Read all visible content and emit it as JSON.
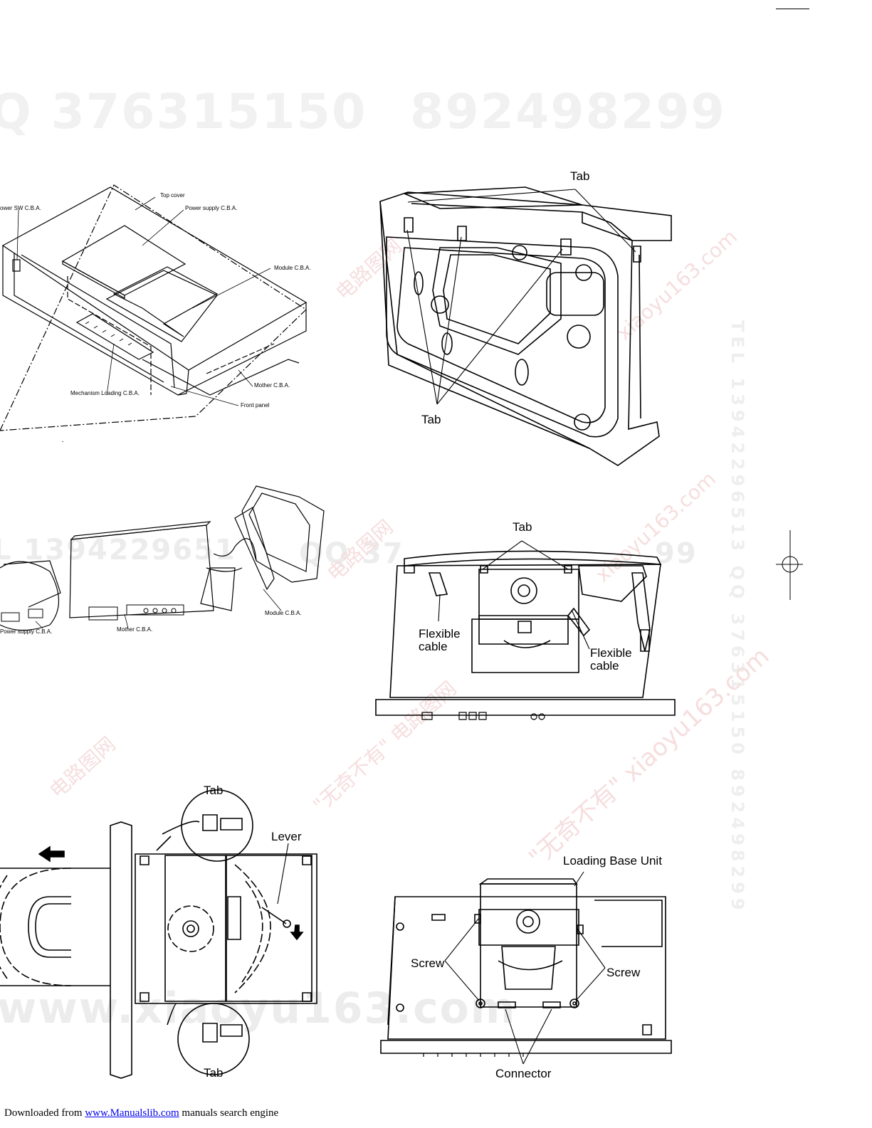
{
  "watermarks": {
    "top_left": "Q 376315150",
    "top_right": "892498299",
    "middle_left": "L 1394229651",
    "middle_center": "QQ 37",
    "middle_right": "99",
    "bottom": "www.xiaoyu163.com",
    "side": "TEL 13942296513 QQ 376315150 892498299",
    "red_1": "电路图网",
    "red_2": "xiaoyu163.com",
    "red_3": "\"无奇不有\" 电路图网",
    "red_4": "\"无奇不有\" xiaoyu163.com"
  },
  "fig1": {
    "labels": {
      "power_sw": "ower SW C.B.A.",
      "top_cover": "Top cover",
      "power_supply": "Power supply C.B.A.",
      "module": "Module C.B.A.",
      "mechanism": "Mechanism Loading C.B.A.",
      "mother": "Mother C.B.A.",
      "front_panel": "Front panel"
    }
  },
  "fig2": {
    "labels": {
      "tab_top": "Tab",
      "tab_bottom": "Tab"
    }
  },
  "fig3": {
    "labels": {
      "module": "Module C.B.A.",
      "power_supply": "Power supply C.B.A.",
      "mother": "Mother C.B.A."
    }
  },
  "fig4": {
    "labels": {
      "tab": "Tab",
      "flex_left_1": "Flexible",
      "flex_left_2": "cable",
      "flex_right_1": "Flexible",
      "flex_right_2": "cable"
    }
  },
  "fig5": {
    "labels": {
      "tab_top": "Tab",
      "lever": "Lever",
      "tab_bottom": "Tab"
    }
  },
  "fig6": {
    "labels": {
      "loading_base": "Loading Base Unit",
      "screw_left": "Screw",
      "screw_right": "Screw",
      "connector": "Connector"
    }
  },
  "footer": {
    "prefix": "Downloaded from ",
    "link": "www.Manualslib.com",
    "suffix": " manuals search engine"
  }
}
